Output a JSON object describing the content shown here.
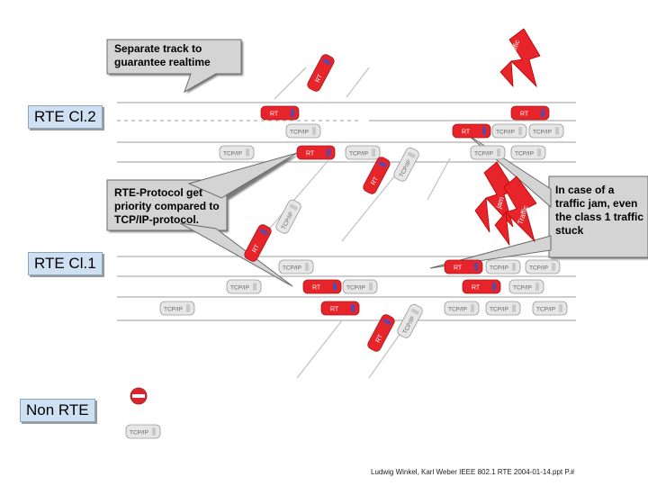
{
  "labels": {
    "rte_cl2": "RTE Cl.2",
    "rte_cl1": "RTE Cl.1",
    "non_rte": "Non RTE"
  },
  "callouts": {
    "separate_track": "Separate track to guarantee realtime",
    "rte_priority": "RTE-Protocol get priority compared to TCP/IP-protocol.",
    "traffic_jam": "In case of a traffic jam, even the class 1 traffic stuck"
  },
  "vehicle_labels": {
    "rt": "RT",
    "tcpip": "TCP/IP"
  },
  "lightning_text": {
    "traffic": "Traffic",
    "jam": "jam"
  },
  "footer": "Ludwig Winkel, Karl Weber  IEEE 802.1  RTE 2004-01-14.ppt  P.#",
  "colors": {
    "rt_car": "#e8242b",
    "tcpip_car": "#e6e6e6",
    "section_label_bg": "#cfe0f3",
    "callout_bg": "#d4d4d4",
    "lightning": "#e8242b",
    "stop_sign": "#d9262b"
  },
  "icons": [
    "stop-sign-icon",
    "lightning-bolt-icon"
  ]
}
